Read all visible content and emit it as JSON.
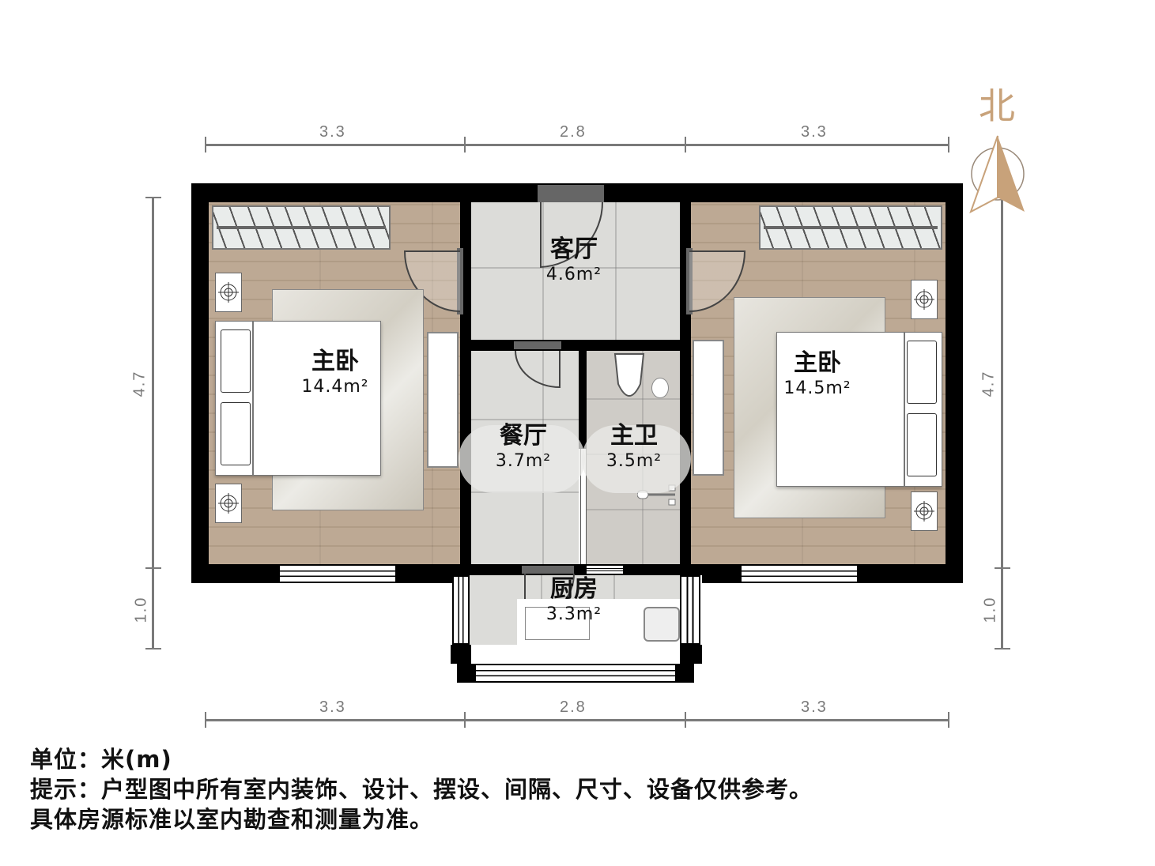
{
  "compass": {
    "label": "北",
    "color": "#c8a27a"
  },
  "dimensions": {
    "top": [
      "3.3",
      "2.8",
      "3.3"
    ],
    "bottom": [
      "3.3",
      "2.8",
      "3.3"
    ],
    "left": [
      "4.7",
      "1.0"
    ],
    "right": [
      "4.7",
      "1.0"
    ]
  },
  "rooms": [
    {
      "name": "主卧",
      "area": "14.4m²"
    },
    {
      "name": "客厅",
      "area": "4.6m²"
    },
    {
      "name": "主卧",
      "area": "14.5m²"
    },
    {
      "name": "餐厅",
      "area": "3.7m²"
    },
    {
      "name": "主卫",
      "area": "3.5m²"
    },
    {
      "name": "厨房",
      "area": "3.3m²"
    }
  ],
  "notes": {
    "unit": "单位：米(m)",
    "hint": "提示：户型图中所有室内装饰、设计、摆设、间隔、尺寸、设备仅供参考。",
    "disclaimer": "具体房源标准以室内勘查和测量为准。"
  },
  "colors": {
    "wall": "#000000",
    "wood_floor": "#b9a48d",
    "tile_floor": "#dcdcd9",
    "dimension_line": "#7a7a7a"
  }
}
